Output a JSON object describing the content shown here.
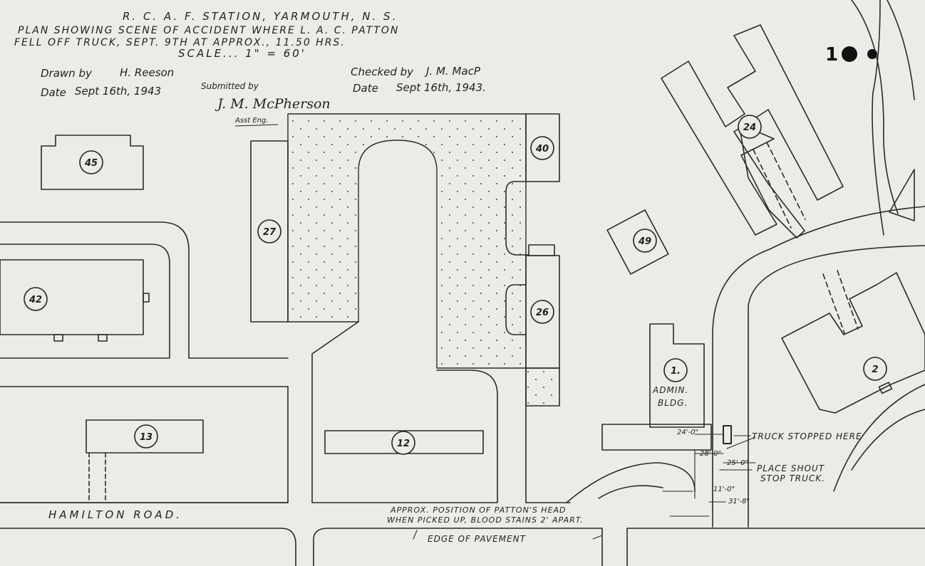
{
  "header": {
    "line1": "R. C. A. F. STATION, YARMOUTH, N. S.",
    "line2": "PLAN SHOWING SCENE OF ACCIDENT WHERE L. A. C. PATTON",
    "line3": "FELL OFF TRUCK, SEPT. 9TH AT APPROX., 11.50 HRS.",
    "scale": "SCALE... 1\" = 60'"
  },
  "drawn": {
    "label": "Drawn by",
    "name": "H. Reeson",
    "date_label": "Date",
    "date": "Sept 16th, 1943"
  },
  "submitted": {
    "label": "Submitted by",
    "signature": "J. M. McPherson",
    "title": "Asst Eng."
  },
  "checked": {
    "label": "Checked by",
    "name": "J. M. MacP",
    "date_label": "Date",
    "date": "Sept 16th, 1943."
  },
  "stamp": "1",
  "buildings": [
    {
      "id": "b45",
      "label": "45"
    },
    {
      "id": "b27",
      "label": "27"
    },
    {
      "id": "b40",
      "label": "40"
    },
    {
      "id": "b26",
      "label": "26"
    },
    {
      "id": "b42",
      "label": "42"
    },
    {
      "id": "b13",
      "label": "13"
    },
    {
      "id": "b12",
      "label": "12"
    },
    {
      "id": "b49",
      "label": "49"
    },
    {
      "id": "b24",
      "label": "24"
    },
    {
      "id": "b1",
      "label": "1."
    },
    {
      "id": "b2",
      "label": "2"
    }
  ],
  "admin": {
    "line1": "ADMIN.",
    "line2": "BLDG."
  },
  "road_label": "HAMILTON ROAD.",
  "annotations": {
    "truck_stopped": "TRUCK STOPPED HERE",
    "shout_line1": "PLACE SHOUT",
    "shout_line2": "STOP TRUCK.",
    "head_line1": "APPROX. POSITION OF PATTON'S HEAD",
    "head_line2": "WHEN PICKED UP, BLOOD STAINS 2' APART.",
    "edge_pavement": "EDGE OF PAVEMENT"
  },
  "dimensions": {
    "d24": "24'-0\"",
    "d28": "28'-0\"",
    "d25": "25'-0\"",
    "d11": "11'-0\"",
    "d31": "31'-8\""
  }
}
